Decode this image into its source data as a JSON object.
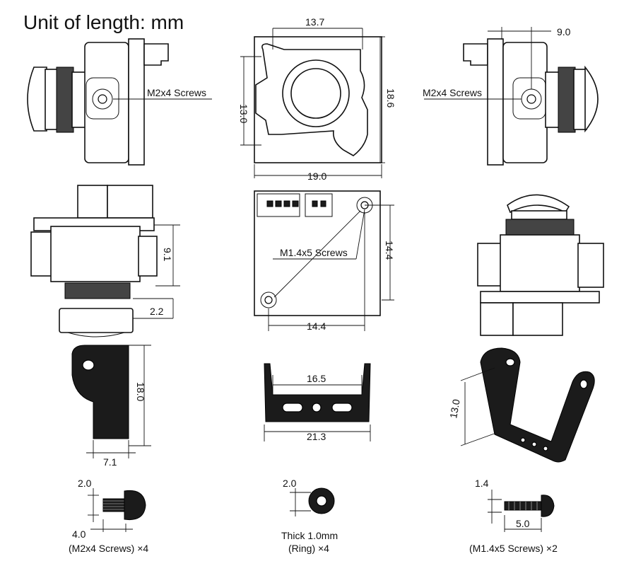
{
  "title": "Unit of length: mm",
  "dimensions": {
    "top_front_width": "13.7",
    "top_right_offset": "9.0",
    "top_front_height": "13.0",
    "top_front_outer_height": "18.6",
    "top_front_outer_width": "19.0",
    "side_height": "9.1",
    "side_lens_offset": "2.2",
    "board_height": "14.4",
    "board_width": "14.4",
    "bracket_l_height": "18.0",
    "bracket_l_width": "7.1",
    "bracket_u_inner": "16.5",
    "bracket_u_outer": "21.3",
    "bracket_3d_height": "13.0",
    "screw_m2_head": "2.0",
    "screw_m2_length": "4.0",
    "ring_thickness_dim": "2.0",
    "screw_m14_head": "1.4",
    "screw_m14_length": "5.0"
  },
  "labels": {
    "left_screws": "M2x4 Screws",
    "right_screws": "M2x4 Screws",
    "board_screws": "M1.4x5 Screws",
    "ring_thick": "Thick 1.0mm",
    "caption_m2": "(M2x4 Screws) ×4",
    "caption_ring": "(Ring) ×4",
    "caption_m14": "(M1.4x5 Screws) ×2"
  }
}
